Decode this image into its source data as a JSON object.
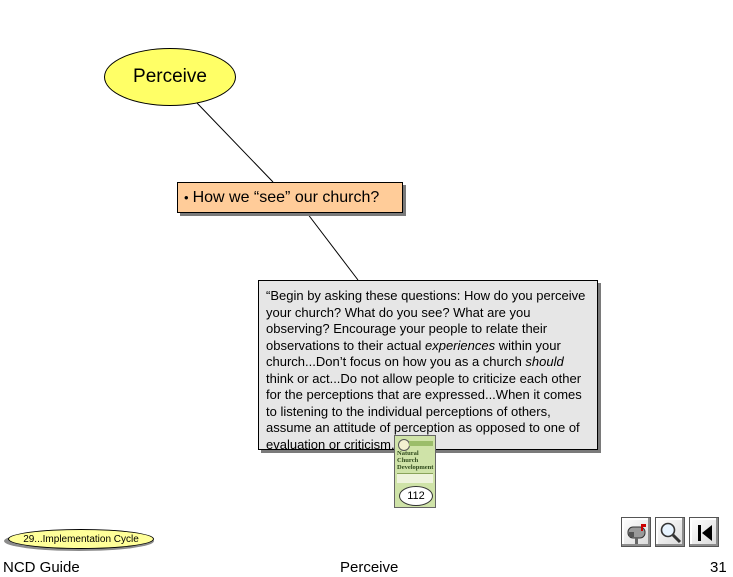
{
  "diagram": {
    "title": "Perceive",
    "question": {
      "bullet": "•",
      "text": "How we “see” our church?"
    },
    "quote": {
      "p1": "“Begin by asking these questions:  How do you perceive your church?  What do you see?  What are you observing?  Encourage your people to relate their observations to their actual ",
      "em1": "experiences",
      "p2": " within your church...Don’t focus on how you as a church ",
      "em2": "should",
      "p3": " think or act...Do not allow people to criticize each other for the perceptions that are expressed...When it comes to listening to the individual perceptions of others, assume an attitude of perception as opposed to one of evaluation or criticism.”"
    },
    "book": {
      "title_lines": [
        "Natural",
        "Church",
        "Development"
      ],
      "page": "112"
    }
  },
  "navigation": {
    "back_link": "29...Implementation Cycle",
    "icons": [
      "mailbox-icon",
      "magnifier-icon",
      "first-page-icon"
    ]
  },
  "footer": {
    "left": "NCD Guide",
    "center": "Perceive",
    "page_number": "31"
  },
  "colors": {
    "ellipse": "#ffff66",
    "question_box": "#ffcc99",
    "quote_box": "#e6e6e6",
    "oval_link": "#ffff99"
  }
}
